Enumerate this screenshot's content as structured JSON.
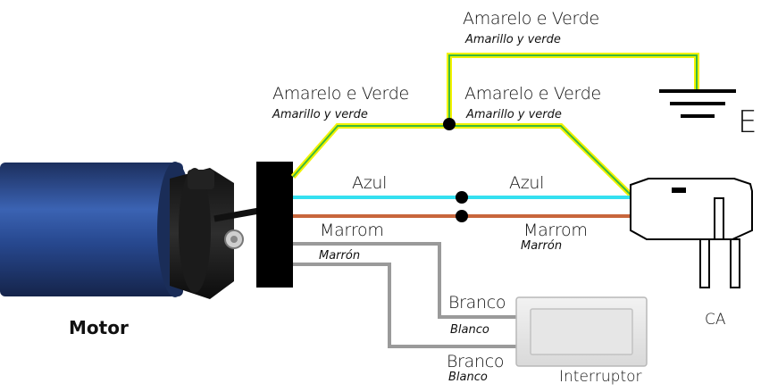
{
  "labels": {
    "top_pt": "Amarelo e Verde",
    "top_es": "Amarillo y verde",
    "left_pt": "Amarelo e Verde",
    "left_es": "Amarillo y verde",
    "right_pt": "Amarelo e Verde",
    "right_es": "Amarillo y verde",
    "earth": "E",
    "azul_left": "Azul",
    "azul_right": "Azul",
    "marrom_left_pt": "Marrom",
    "marrom_left_es": "Marrón",
    "marrom_right_pt": "Marrom",
    "marrom_right_es": "Marrón",
    "branco1_pt": "Branco",
    "branco1_es": "Blanco",
    "branco2_pt": "Branco",
    "branco2_es": "Blanco",
    "motor": "Motor",
    "plug": "CA",
    "switch": "Interruptor"
  },
  "colors": {
    "yellow": "#f2f200",
    "green": "#3cb93c",
    "blue": "#34e0f0",
    "brown": "#c8663c",
    "gray": "#9a9a9a",
    "motor_blue": "#2a4a8c"
  },
  "icons": {
    "motor": "tubular-motor-icon",
    "plug": "power-plug-icon",
    "switch": "wall-switch-icon",
    "earth": "ground-symbol-icon"
  }
}
